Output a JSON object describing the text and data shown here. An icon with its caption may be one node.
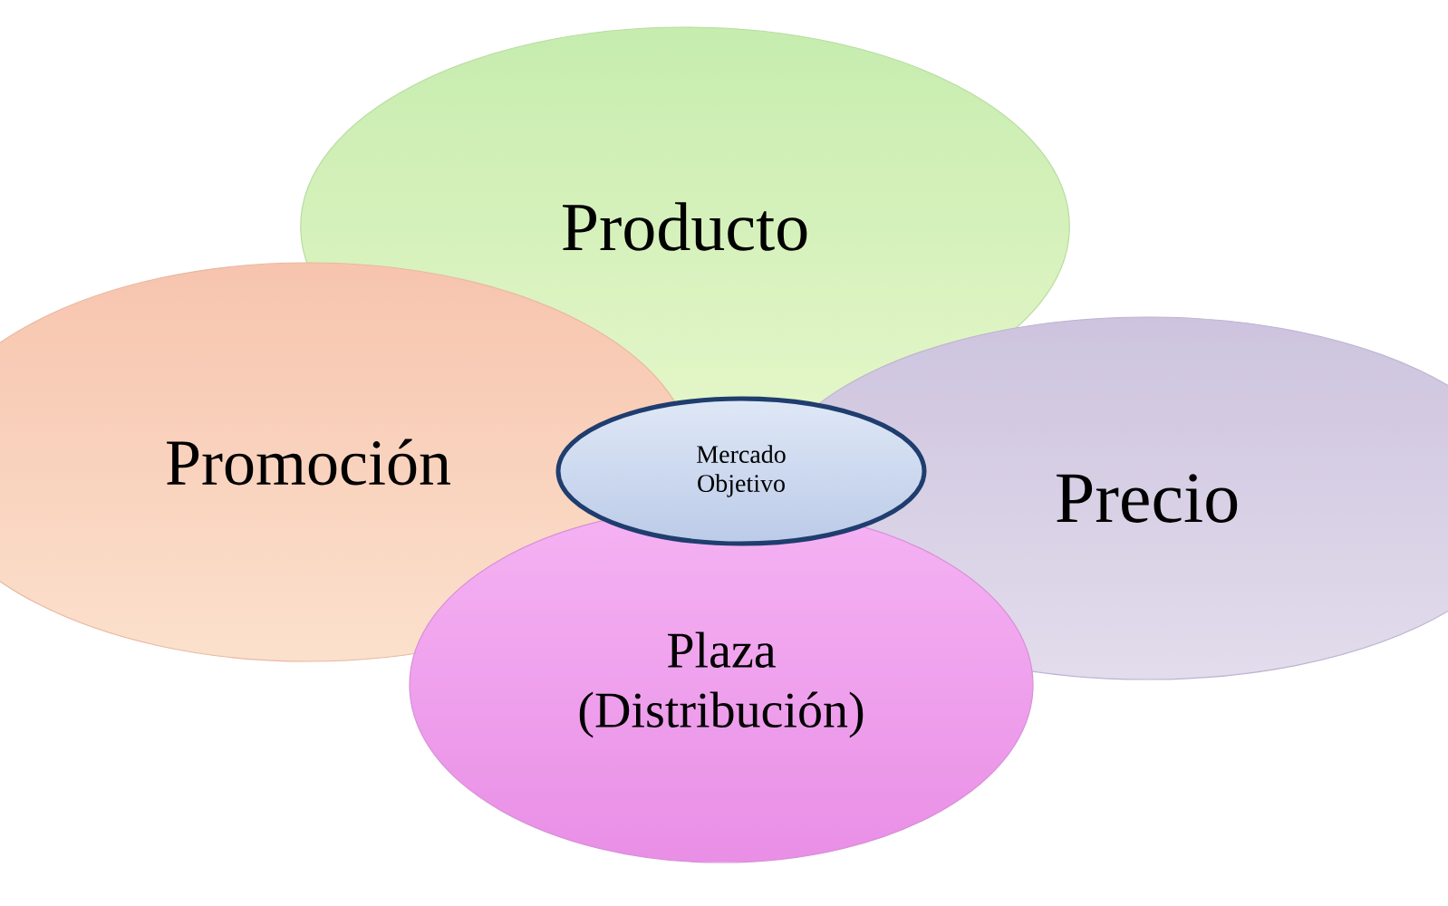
{
  "diagram": {
    "nodes": [
      {
        "text": [
          "Producto"
        ]
      },
      {
        "text": [
          "Promoción"
        ]
      },
      {
        "text": [
          "Mercado Objetivo"
        ]
      },
      {
        "text": [
          "Precio"
        ]
      },
      {
        "text": [
          "Plaza (Distribución)"
        ]
      }
    ]
  }
}
